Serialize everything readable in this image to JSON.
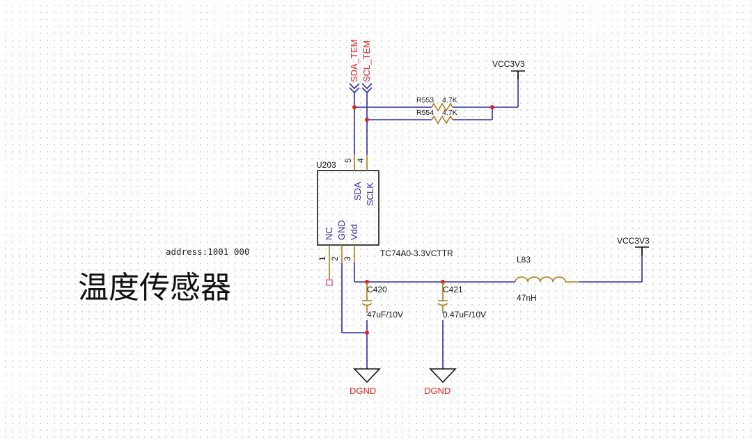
{
  "title": "温度传感器",
  "address_note": "address:1001 000",
  "chip": {
    "ref": "U203",
    "part": "TC74A0-3.3VCTTR",
    "pins": [
      {
        "num": "1",
        "name": "NC"
      },
      {
        "num": "2",
        "name": "GND"
      },
      {
        "num": "3",
        "name": "Vdd"
      },
      {
        "num": "4",
        "name": "SCLK"
      },
      {
        "num": "5",
        "name": "SDA"
      }
    ]
  },
  "nets": {
    "sda": "SDA_TEM",
    "scl": "SCL_TEM",
    "vcc_top": "VCC3V3",
    "vcc_right": "VCC3V3",
    "gnd_left": "DGND",
    "gnd_right": "DGND"
  },
  "resistors": [
    {
      "ref": "R553",
      "value": "4.7K"
    },
    {
      "ref": "R554",
      "value": "4.7K"
    }
  ],
  "capacitors": [
    {
      "ref": "C420",
      "value": "47uF/10V"
    },
    {
      "ref": "C421",
      "value": "0.47uF/10V"
    }
  ],
  "inductor": {
    "ref": "L83",
    "value": "47nH"
  },
  "colors": {
    "wire": "#2a2aa8",
    "pin": "#b07818",
    "net_label": "#e02020",
    "junction": "#e02020"
  }
}
